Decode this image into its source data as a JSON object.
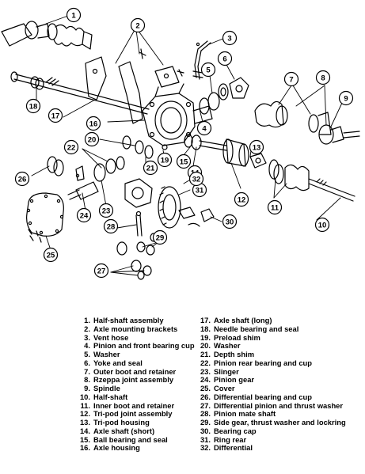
{
  "callouts": [
    "1",
    "2",
    "3",
    "4",
    "5",
    "6",
    "7",
    "8",
    "9",
    "10",
    "11",
    "12",
    "13",
    "14",
    "15",
    "16",
    "17",
    "18",
    "19",
    "20",
    "21",
    "22",
    "23",
    "24",
    "25",
    "26",
    "27",
    "28",
    "29",
    "30",
    "31",
    "32"
  ],
  "legend": {
    "left": [
      {
        "num": "1.",
        "label": "Half-shaft assembly"
      },
      {
        "num": "2.",
        "label": "Axle mounting brackets"
      },
      {
        "num": "3.",
        "label": "Vent hose"
      },
      {
        "num": "4.",
        "label": "Pinion and front bearing cup"
      },
      {
        "num": "5.",
        "label": "Washer"
      },
      {
        "num": "6.",
        "label": "Yoke and seal"
      },
      {
        "num": "7.",
        "label": "Outer boot and retainer"
      },
      {
        "num": "8.",
        "label": "Rzeppa joint assembly"
      },
      {
        "num": "9.",
        "label": "Spindle"
      },
      {
        "num": "10.",
        "label": "Half-shaft"
      },
      {
        "num": "11.",
        "label": "Inner boot and retainer"
      },
      {
        "num": "12.",
        "label": "Tri-pod joint assembly"
      },
      {
        "num": "13.",
        "label": "Tri-pod housing"
      },
      {
        "num": "14.",
        "label": "Axle shaft (short)"
      },
      {
        "num": "15.",
        "label": "Ball bearing and seal"
      },
      {
        "num": "16.",
        "label": "Axle housing"
      }
    ],
    "right": [
      {
        "num": "17.",
        "label": "Axle shaft (long)"
      },
      {
        "num": "18.",
        "label": "Needle bearing and seal"
      },
      {
        "num": "19.",
        "label": "Preload shim"
      },
      {
        "num": "20.",
        "label": "Washer"
      },
      {
        "num": "21.",
        "label": "Depth shim"
      },
      {
        "num": "22.",
        "label": "Pinion rear bearing and cup"
      },
      {
        "num": "23.",
        "label": "Slinger"
      },
      {
        "num": "24.",
        "label": "Pinion gear"
      },
      {
        "num": "25.",
        "label": "Cover"
      },
      {
        "num": "26.",
        "label": "Differential bearing and cup"
      },
      {
        "num": "27.",
        "label": "Differential pinion and thrust washer"
      },
      {
        "num": "28.",
        "label": "Pinion mate shaft"
      },
      {
        "num": "29.",
        "label": "Side gear, thrust washer and lockring"
      },
      {
        "num": "30.",
        "label": "Bearing cap"
      },
      {
        "num": "31.",
        "label": "Ring rear"
      },
      {
        "num": "32.",
        "label": "Differential"
      }
    ]
  }
}
